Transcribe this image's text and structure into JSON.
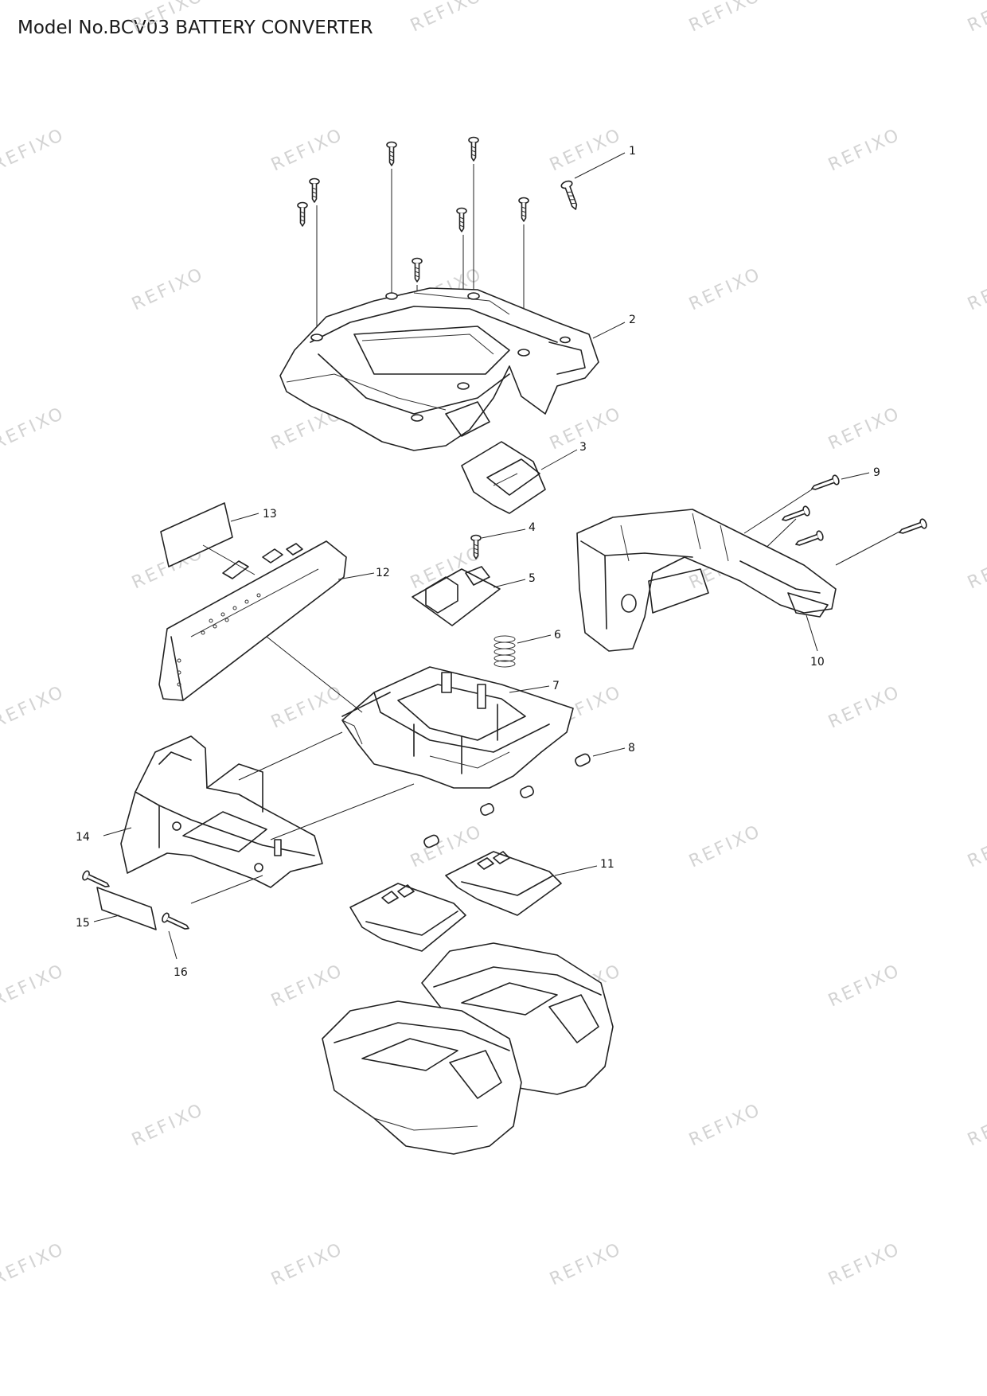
{
  "title": "Model No.BCV03 BATTERY CONVERTER",
  "watermark": "REFIXO",
  "callouts": [
    "1",
    "2",
    "3",
    "4",
    "5",
    "6",
    "7",
    "8",
    "9",
    "10",
    "11",
    "12",
    "13",
    "14",
    "15",
    "16"
  ]
}
